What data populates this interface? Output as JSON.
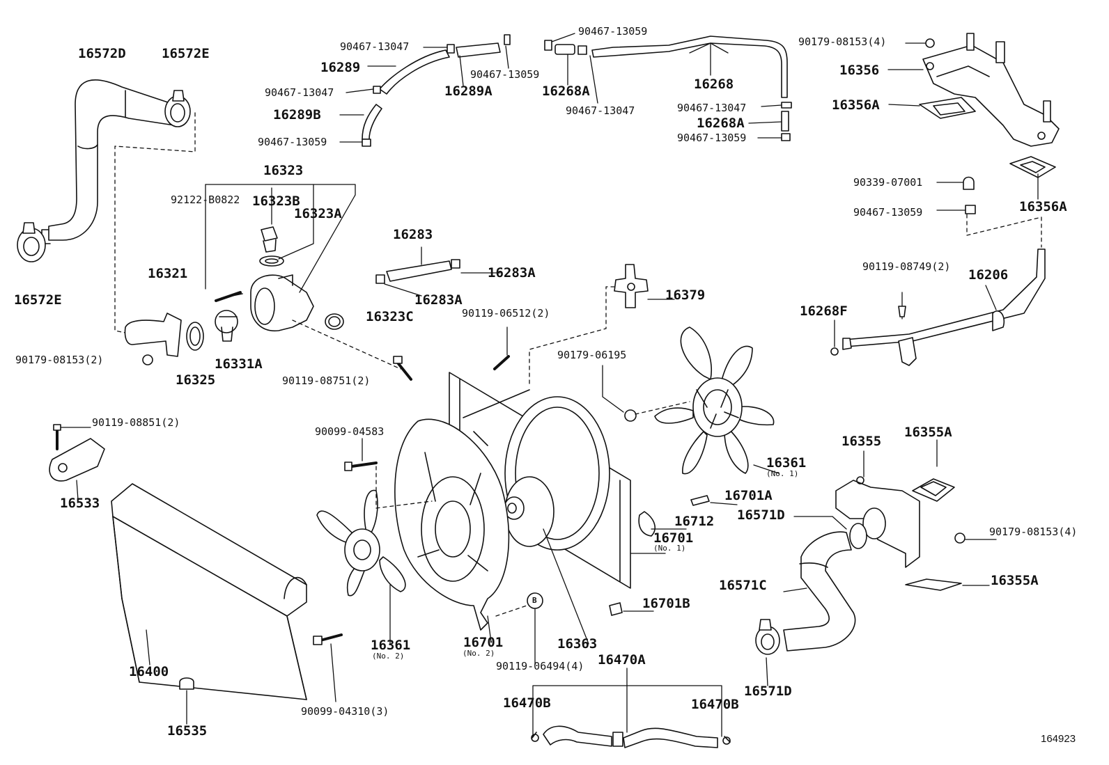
{
  "diagram_id": "164923",
  "labels": {
    "l16572D": "16572D",
    "l16572E_top": "16572E",
    "l16572E_left": "16572E",
    "l90467_13047_a": "90467-13047",
    "l16289": "16289",
    "l90467_13047_b": "90467-13047",
    "l16289B": "16289B",
    "l90467_13059_a": "90467-13059",
    "l90467_13059_b": "90467-13059",
    "l16289A": "16289A",
    "l90467_13059_c": "90467-13059",
    "l16268A_a": "16268A",
    "l90467_13047_c": "90467-13047",
    "l16268": "16268",
    "l90467_13047_d": "90467-13047",
    "l16268A_b": "16268A",
    "l90467_13059_d": "90467-13059",
    "l90179_08153_4a": "90179-08153(4)",
    "l16356": "16356",
    "l16356A_a": "16356A",
    "l90339_07001": "90339-07001",
    "l90467_13059_e": "90467-13059",
    "l16356A_b": "16356A",
    "l16323": "16323",
    "l92122_B0822": "92122-B0822",
    "l16323B": "16323B",
    "l16323A": "16323A",
    "l16321": "16321",
    "l16323C": "16323C",
    "l90179_08153_2": "90179-08153(2)",
    "l16325": "16325",
    "l16331A": "16331A",
    "l90119_08751_2": "90119-08751(2)",
    "l16283": "16283",
    "l16283A_a": "16283A",
    "l16283A_b": "16283A",
    "l16379": "16379",
    "l90119_06512_2": "90119-06512(2)",
    "l90119_08749_2": "90119-08749(2)",
    "l16206": "16206",
    "l16268F": "16268F",
    "l90179_06195": "90179-06195",
    "l90119_08851_2": "90119-08851(2)",
    "l16533": "16533",
    "l90099_04583": "90099-04583",
    "l16361_no1": "16361",
    "l16361_no1_sub": "(No. 1)",
    "l16701A": "16701A",
    "l16712": "16712",
    "l16701_no1": "16701",
    "l16701_no1_sub": "(No. 1)",
    "l16355": "16355",
    "l16355A_a": "16355A",
    "l16571D_a": "16571D",
    "l90179_08153_4b": "90179-08153(4)",
    "l16571C": "16571C",
    "l16355A_b": "16355A",
    "l16701B": "16701B",
    "l16400": "16400",
    "l16361_no2": "16361",
    "l16361_no2_sub": "(No. 2)",
    "l16701_no2": "16701",
    "l16701_no2_sub": "(No. 2)",
    "l16363": "16363",
    "l90119_06494_4": "90119-06494(4)",
    "l16470A": "16470A",
    "l16470B_a": "16470B",
    "l16470B_b": "16470B",
    "l16571D_b": "16571D",
    "l90099_04310_3": "90099-04310(3)",
    "l16535": "16535",
    "markB": "B"
  }
}
